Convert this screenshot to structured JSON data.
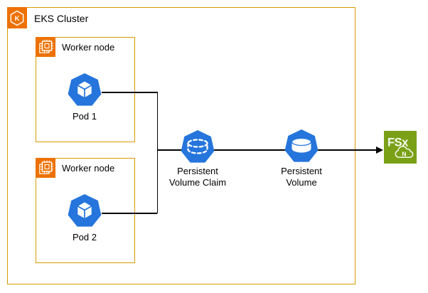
{
  "eks_cluster": {
    "label": "EKS Cluster",
    "icon_letter": "K"
  },
  "worker_nodes": [
    {
      "label": "Worker node",
      "pod_label": "Pod 1"
    },
    {
      "label": "Worker node",
      "pod_label": "Pod 2"
    }
  ],
  "persistent_volume_claim": {
    "label_line1": "Persistent",
    "label_line2": "Volume Claim"
  },
  "persistent_volume": {
    "label_line1": "Persistent",
    "label_line2": "Volume"
  },
  "fsx": {
    "label": "FSx",
    "cloud_letter": "N"
  },
  "icons": {
    "cluster": "eks-cluster-icon",
    "worker": "worker-node-chip-icon",
    "pod": "kubernetes-pod-icon",
    "pvc": "persistent-volume-claim-icon",
    "pv": "persistent-volume-icon",
    "fsx": "fsx-netapp-ontap-icon"
  },
  "colors": {
    "box_border_orange": "#D79B00",
    "icon_orange": "#ED7100",
    "kubernetes_blue": "#2575DC",
    "fsx_green": "#7AA116",
    "connector_black": "#000000"
  }
}
